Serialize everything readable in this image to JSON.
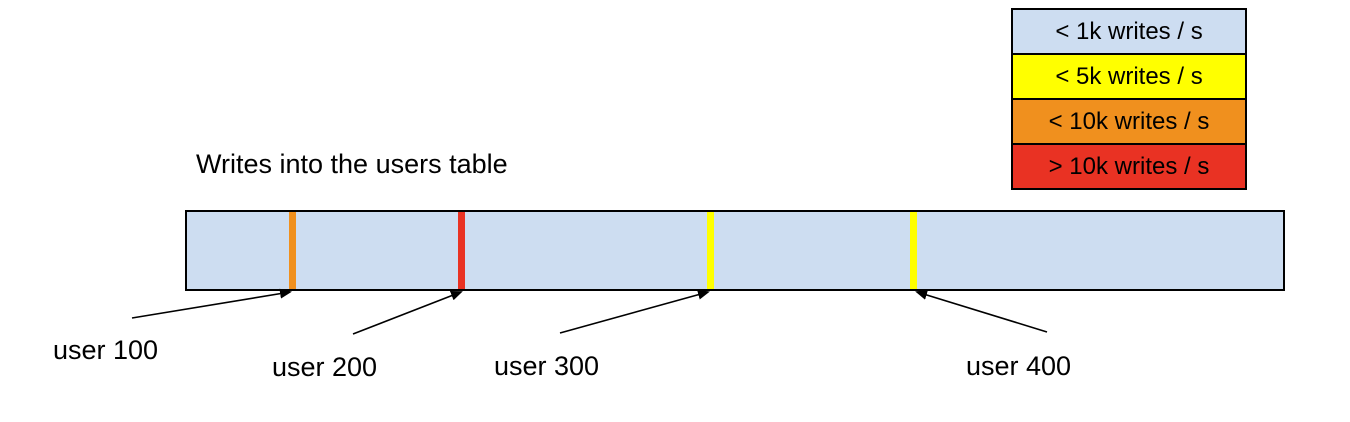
{
  "title": "Writes into the users table",
  "legend": {
    "items": [
      {
        "label": "< 1k writes / s",
        "color": "#cdddf1"
      },
      {
        "label": "< 5k writes / s",
        "color": "#ffff00"
      },
      {
        "label": "< 10k writes / s",
        "color": "#f0901e"
      },
      {
        "label": "> 10k writes / s",
        "color": "#e93223"
      }
    ]
  },
  "bar": {
    "fill_color": "#cdddf1",
    "markers": [
      {
        "label": "user 100",
        "color": "#f0901e",
        "rate_category": "< 10k writes / s",
        "position_fraction": 0.096
      },
      {
        "label": "user 200",
        "color": "#e93223",
        "rate_category": "> 10k writes / s",
        "position_fraction": 0.25
      },
      {
        "label": "user 300",
        "color": "#ffff00",
        "rate_category": "< 5k writes / s",
        "position_fraction": 0.477
      },
      {
        "label": "user 400",
        "color": "#ffff00",
        "rate_category": "< 5k writes / s",
        "position_fraction": 0.662
      }
    ]
  }
}
